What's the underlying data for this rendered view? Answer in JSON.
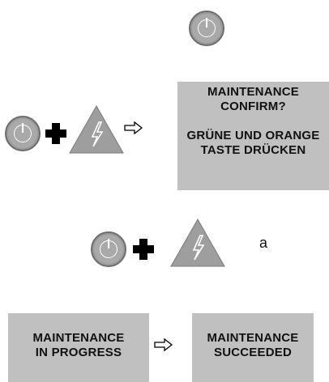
{
  "icons": {
    "power": "power-icon",
    "plus": "plus-icon",
    "warning": "lightning-warning-icon",
    "arrow": "arrow-right-icon"
  },
  "colors": {
    "panel": "#c0c0c0",
    "power_fill": "#a9a9a9",
    "triangle_fill": "#9e9e9e"
  },
  "confirm_panel": {
    "line1": "MAINTENANCE",
    "line2": "CONFIRM?",
    "line3": "GRÜNE UND ORANGE",
    "line4": "TASTE DRÜCKEN"
  },
  "step3_label": "a",
  "progress_panel": {
    "line1": "MAINTENANCE",
    "line2": "IN PROGRESS"
  },
  "succeeded_panel": {
    "line1": "MAINTENANCE",
    "line2": "SUCCEEDED"
  }
}
